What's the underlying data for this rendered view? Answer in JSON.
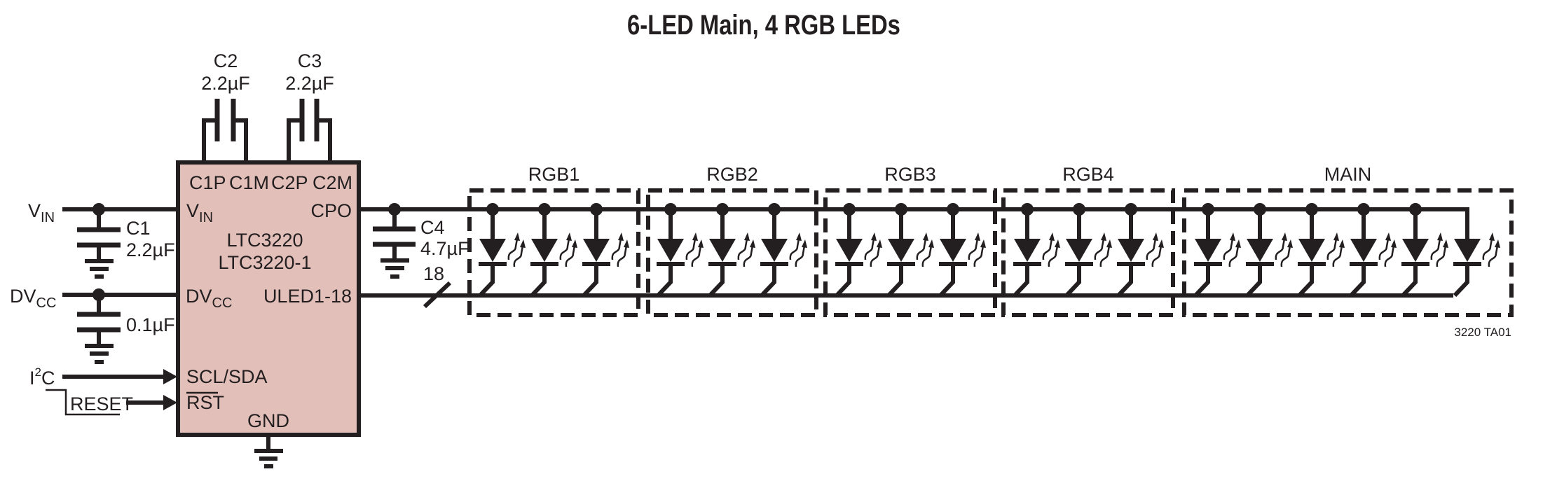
{
  "title": "6-LED Main, 4 RGB LEDs",
  "figure_id": "3220 TA01",
  "colors": {
    "ink": "#231f20",
    "chip_fill": "#e3bfb9",
    "background": "#ffffff"
  },
  "ic": {
    "part_numbers": [
      "LTC3220",
      "LTC3220-1"
    ],
    "pins": {
      "c1p": "C1P",
      "c1m": "C1M",
      "c2p": "C2P",
      "c2m": "C2M",
      "vin_main": "V",
      "vin_sub": "IN",
      "cpo": "CPO",
      "dvcc_main": "DV",
      "dvcc_sub": "CC",
      "uled": "ULED1-18",
      "scl_sda": "SCL/SDA",
      "rst": "RST",
      "gnd": "GND"
    }
  },
  "external_labels": {
    "vin_main": "V",
    "vin_sub": "IN",
    "dvcc_main": "DV",
    "dvcc_sub": "CC",
    "i2c_main": "I",
    "i2c_sup": "2",
    "i2c_tail": "C",
    "reset": "RESET",
    "bus_width": "18"
  },
  "capacitors": {
    "c1": {
      "name": "C1",
      "value": "2.2µF"
    },
    "c2": {
      "name": "C2",
      "value": "2.2µF"
    },
    "c3": {
      "name": "C3",
      "value": "2.2µF"
    },
    "c4": {
      "name": "C4",
      "value": "4.7µF"
    },
    "cdvcc": {
      "name": "",
      "value": "0.1µF"
    }
  },
  "led_groups": [
    {
      "label": "RGB1",
      "led_count": 3
    },
    {
      "label": "RGB2",
      "led_count": 3
    },
    {
      "label": "RGB3",
      "led_count": 3
    },
    {
      "label": "RGB4",
      "led_count": 3
    },
    {
      "label": "MAIN",
      "led_count": 6
    }
  ]
}
